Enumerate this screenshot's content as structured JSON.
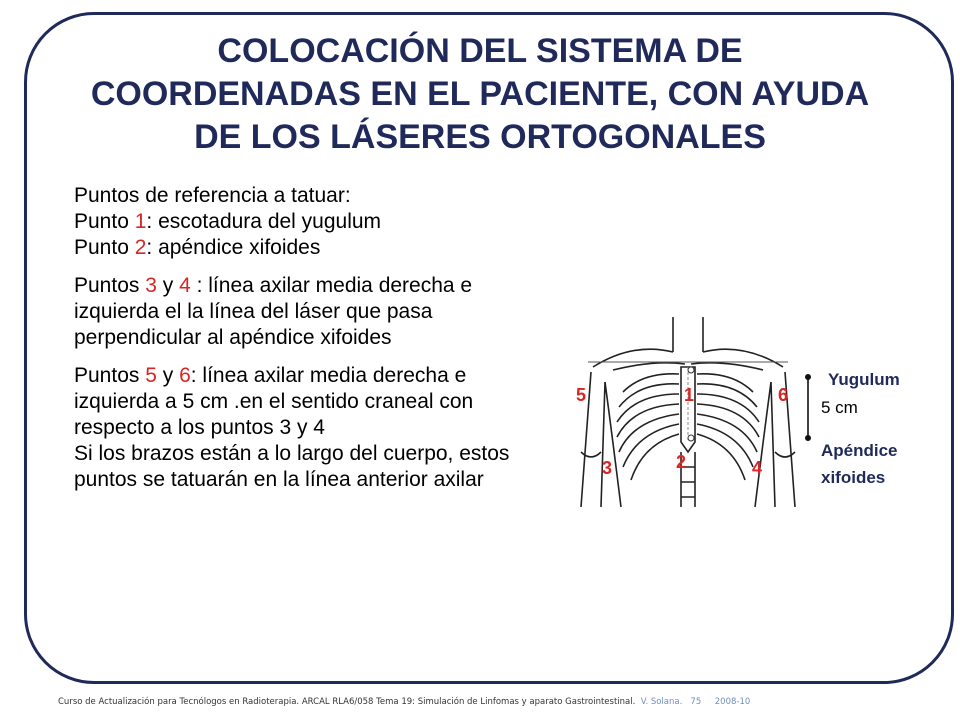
{
  "title": {
    "line1": "COLOCACIÓN DEL SISTEMA DE",
    "line2": "COORDENADAS EN EL PACIENTE, CON AYUDA",
    "line3": "DE LOS LÁSERES ORTOGONALES"
  },
  "body": {
    "p1_line1": "Puntos de referencia a tatuar:",
    "p1_line2_prefix": "Punto ",
    "p1_line2_num": "1",
    "p1_line2_suffix": ": escotadura del yugulum",
    "p1_line3_prefix": "Punto ",
    "p1_line3_num": "2",
    "p1_line3_suffix": ":  apéndice xifoides",
    "p2_prefix": " Puntos ",
    "p2_num_a": "3",
    "p2_mid": " y ",
    "p2_num_b": "4",
    "p2_suffix": " : línea axilar media derecha e izquierda el la línea del láser que pasa perpendicular al apéndice xifoides",
    "p3_prefix": "Puntos ",
    "p3_num_a": "5",
    "p3_mid": " y ",
    "p3_num_b": "6",
    "p3_suffix": ": línea axilar media derecha e izquierda a 5 cm .en el sentido craneal con respecto a los puntos 3 y 4",
    "p4": "  Si los brazos están a lo largo del cuerpo, estos puntos se tatuarán en la línea anterior axilar"
  },
  "figure": {
    "labels": [
      "1",
      "2",
      "3",
      "4",
      "5",
      "6"
    ],
    "yugulum": "Yugulum",
    "distance": "5 cm",
    "apendice": "Apéndice",
    "xifoides": "xifoides"
  },
  "footer": {
    "main": "Curso de Actualización para Tecnólogos en Radioterapia.  ARCAL RLA6/058  Tema 19: Simulación de Linfomas y aparato Gastrointestinal.",
    "author": "V. Solana.",
    "page": "75",
    "year": "2008-10"
  },
  "colors": {
    "title": "#1f2a5a",
    "accent_red": "#d62626",
    "frame": "#1f2a5a"
  },
  "icons": [
    "thorax-skeleton-illustration"
  ]
}
